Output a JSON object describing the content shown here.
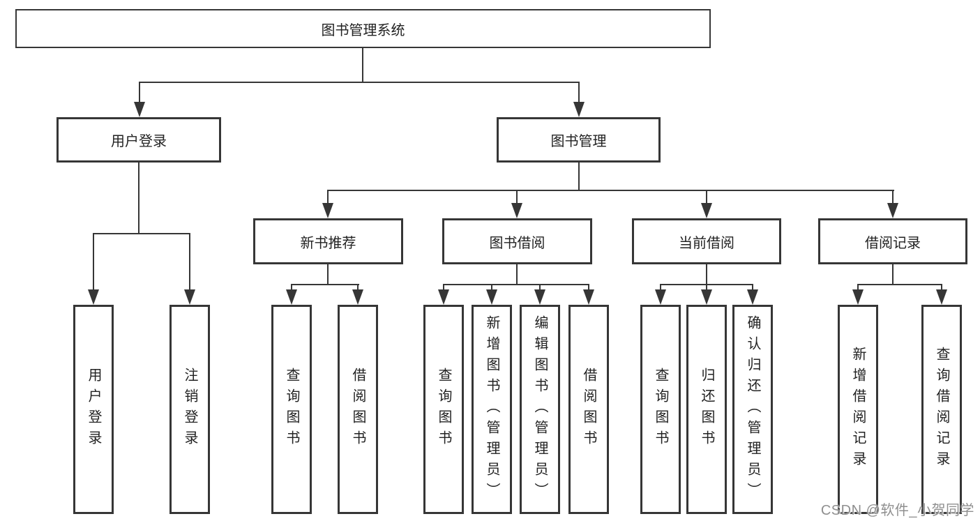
{
  "tree": {
    "label": "图书管理系统",
    "children": [
      {
        "label": "用户登录",
        "children": [
          {
            "label": "用户登录"
          },
          {
            "label": "注销登录"
          }
        ]
      },
      {
        "label": "图书管理",
        "children": [
          {
            "label": "新书推荐",
            "children": [
              {
                "label": "查询图书"
              },
              {
                "label": "借阅图书"
              }
            ]
          },
          {
            "label": "图书借阅",
            "children": [
              {
                "label": "查询图书"
              },
              {
                "label": "新增图书（管理员）"
              },
              {
                "label": "编辑图书（管理员）"
              },
              {
                "label": "借阅图书"
              }
            ]
          },
          {
            "label": "当前借阅",
            "children": [
              {
                "label": "查询图书"
              },
              {
                "label": "归还图书"
              },
              {
                "label": "确认归还（管理员）"
              }
            ]
          },
          {
            "label": "借阅记录",
            "children": [
              {
                "label": "新增借阅记录"
              },
              {
                "label": "查询借阅记录"
              }
            ]
          }
        ]
      }
    ]
  },
  "watermark": {
    "text": "CSDN @软件_小贺同学"
  },
  "colors": {
    "line": "#363636",
    "text": "#222222",
    "background": "#ffffff",
    "watermark": "#8f8f8f"
  }
}
